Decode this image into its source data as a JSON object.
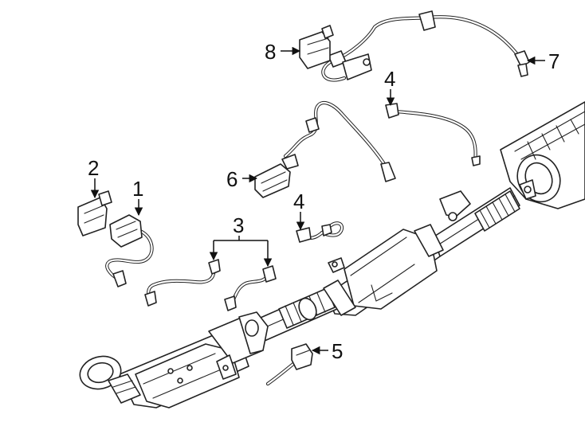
{
  "diagram": {
    "callouts": [
      {
        "id": "c1",
        "label": "1"
      },
      {
        "id": "c2",
        "label": "2"
      },
      {
        "id": "c3",
        "label": "3"
      },
      {
        "id": "c4a",
        "label": "4"
      },
      {
        "id": "c4b",
        "label": "4"
      },
      {
        "id": "c5",
        "label": "5"
      },
      {
        "id": "c6",
        "label": "6"
      },
      {
        "id": "c7",
        "label": "7"
      },
      {
        "id": "c8",
        "label": "8"
      }
    ],
    "colors": {
      "ink": "#222222",
      "paper": "#ffffff"
    }
  }
}
